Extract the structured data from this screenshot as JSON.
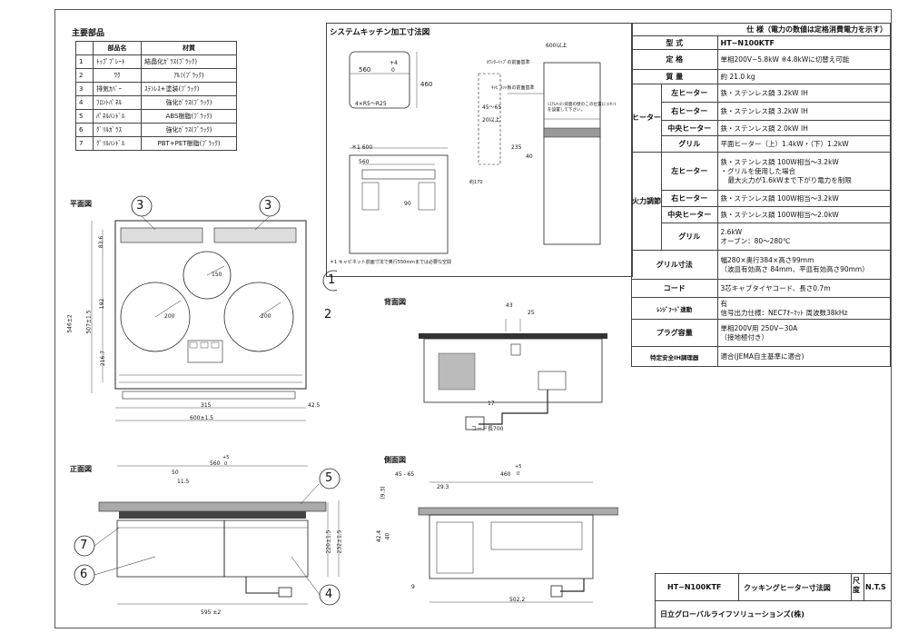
{
  "parts": {
    "title": "主要部品",
    "headers": [
      "部品名",
      "材質"
    ],
    "rows": [
      {
        "no": "1",
        "name": "ﾄｯﾌﾟﾌﾟﾚｰﾄ",
        "material": "結晶化ｶﾞﾗｽ(ﾌﾞﾗｯｸ)"
      },
      {
        "no": "2",
        "name": "ﾜｸ",
        "material": "ｱﾙﾐ(ﾌﾞﾗｯｸ)"
      },
      {
        "no": "3",
        "name": "排気ｶﾊﾞｰ",
        "material": "ｽﾃﾝﾚｽ+塗装(ﾌﾞﾗｯｸ)"
      },
      {
        "no": "4",
        "name": "ﾌﾛﾝﾄﾊﾟﾈﾙ",
        "material": "強化ｶﾞﾗｽ(ﾌﾞﾗｯｸ)"
      },
      {
        "no": "5",
        "name": "ﾊﾟﾈﾙﾊﾝﾄﾞﾙ",
        "material": "ABS樹脂(ﾌﾞﾗｯｸ)"
      },
      {
        "no": "6",
        "name": "ｸﾞﾘﾙｶﾞﾗｽ",
        "material": "強化ｶﾞﾗｽ(ﾌﾞﾗｯｸ)"
      },
      {
        "no": "7",
        "name": "ｸﾞﾘﾙﾊﾝﾄﾞﾙ",
        "material": "PBT+PET樹脂(ﾌﾞﾗｯｸ)"
      }
    ]
  },
  "kitchen": {
    "title": "システムキッチン加工寸法図",
    "dim_560": "560",
    "dim_plus4": "+4",
    "dim_0": "0",
    "dim_460": "460",
    "dim_r": "4×R5～R25",
    "dim_600": "600以上",
    "note_top": "ｶｳﾝﾀｰﾄｯﾌﾟの前面基準",
    "note_kyabi": "ｷｬﾋﾞﾈｯﾄ板の前面基準",
    "dim_45_65": "45～65",
    "dim_20": "20以上",
    "note_outlet": "ｼｽﾃﾑｷｯﾁﾝ背面の壁のこの位置にｺﾝｾﾝﾄを設置して下さい。",
    "dim_235": "235",
    "dim_40": "40",
    "dim_600b": "＊1 600",
    "dim_560b": "560",
    "dim_90": "90",
    "dim_side": "約170",
    "footnote": "＊1 キャビネット前面寸法で奥行550mmまでは必要な空間"
  },
  "spec": {
    "header": "仕 様（電力の数値は定格消費電力を示す）",
    "model_k": "型 式",
    "model_v": "HT−N100KTF",
    "rating_k": "定 格",
    "rating_v": "単相200V−5.8kW ※4.8kWに切替え可能",
    "mass_k": "質 量",
    "mass_v": "約 21.0 kg",
    "heater_label": "ヒーター",
    "h_left_k": "左ヒーター",
    "h_left_v": "鉄・ステンレス鍋 3.2kW IH",
    "h_right_k": "右ヒーター",
    "h_right_v": "鉄・ステンレス鍋 3.2kW IH",
    "h_center_k": "中央ヒーター",
    "h_center_v": "鉄・ステンレス鍋 2.0kW IH",
    "h_grill_k": "グリル",
    "h_grill_v": "平面ヒーター（上）1.4kW・（下）1.2kW",
    "power_label": "火力調節",
    "p_left_k": "左ヒーター",
    "p_left_v1": "鉄・ステンレス鍋 100W相当～3.2kW",
    "p_left_v2": "・グリルを使用した場合",
    "p_left_v3": "最大火力が1.6kWまで下がり電力を制限",
    "p_right_k": "右ヒーター",
    "p_right_v": "鉄・ステンレス鍋 100W相当～3.2kW",
    "p_center_k": "中央ヒーター",
    "p_center_v": "鉄・ステンレス鍋 100W相当～2.0kW",
    "p_grill_k": "グリル",
    "p_grill_v1": "2.6kW",
    "p_grill_v2": "オーブン：80～280℃",
    "gdim_k": "グリル寸法",
    "gdim_v1": "幅280×奥行384×高さ99mm",
    "gdim_v2": "（波皿有効高さ 84mm、平皿有効高さ90mm）",
    "cord_k": "コード",
    "cord_v": "3芯キャブタイヤコード、長さ0.7m",
    "hood_k": "ﾚﾝｼﾞﾌｰﾄﾞ連動",
    "hood_v1": "有",
    "hood_v2": "信号出力仕様：NEC7ｵｰﾏｯﾄ 周波数38kHz",
    "plug_k": "プラグ容量",
    "plug_v1": "単相200V用 250V−30A",
    "plug_v2": "（接地極付き）",
    "safety_k": "特定安全IH調理器",
    "safety_v": "適合(JEMA自主基準に適合)"
  },
  "plan": {
    "title": "平面図",
    "callout3": "3",
    "callout1": "1",
    "callout2": "2",
    "d150": "150",
    "d200a": "200",
    "d200b": "200",
    "d83": "83.6",
    "d507": "507±1.5",
    "d546": "546±2",
    "d192": "192",
    "d2167": "216.7",
    "d315": "315",
    "d425": "42.5",
    "d600": "600±1.5"
  },
  "back": {
    "title": "背面図",
    "d43": "43",
    "d25": "25",
    "d17": "17",
    "cord": "コード長700"
  },
  "front": {
    "title": "正面図",
    "d560": "560",
    "dplus5": "+5",
    "d0": "0",
    "d50": "50",
    "d115": "11.5",
    "d220": "220±1.5",
    "d232": "232±1.5",
    "d595": "595 ±2",
    "c5": "5",
    "c7": "7",
    "c6": "6",
    "c4": "4"
  },
  "side": {
    "title": "側面図",
    "d4565": "45 - 65",
    "d460": "460",
    "dplus5": "+5",
    "d0": "0",
    "d293": "29.3",
    "d93": "(9.3)",
    "d424": "42.4",
    "d40": "40",
    "d9": "9",
    "d5022": "502.2"
  },
  "titleblock": {
    "model": "HT−N100KTF",
    "drawing": "クッキングヒーター寸法図",
    "scale_k": "尺度",
    "scale_v": "N.T.S",
    "company": "日立グローバルライフソリューションズ(株)"
  }
}
